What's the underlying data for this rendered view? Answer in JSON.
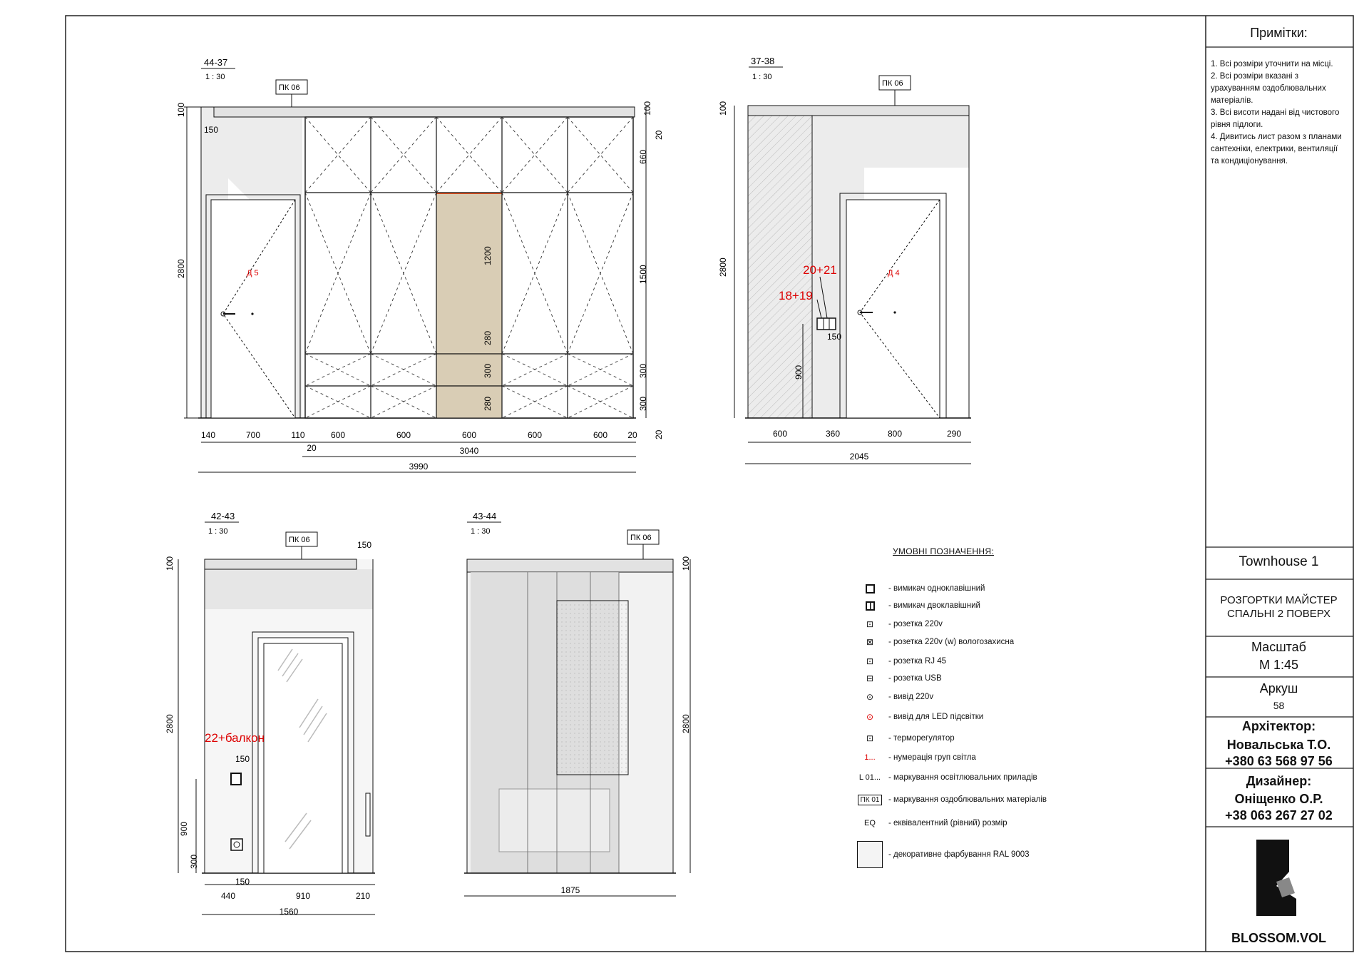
{
  "views": [
    {
      "id": "44-37",
      "scale": "1 : 30",
      "material_tag": "ПК 06",
      "door_tag": "Д 5",
      "dims_bottom": [
        "140",
        "700",
        "110",
        "600",
        "600",
        "600",
        "600",
        "600",
        "20"
      ],
      "dims_sub": [
        "20",
        "3040"
      ],
      "dim_total": "3990",
      "dims_right": [
        "100",
        "20",
        "660",
        "1500",
        "300",
        "300",
        "20"
      ],
      "dims_left": [
        "100",
        "150",
        "2800"
      ],
      "dims_inner": [
        "1200",
        "280",
        "300",
        "280"
      ]
    },
    {
      "id": "37-38",
      "scale": "1 : 30",
      "material_tag": "ПК 06",
      "door_tag": "Д 4",
      "callouts": [
        "20+21",
        "18+19"
      ],
      "dims_bottom": [
        "600",
        "360",
        "800",
        "290"
      ],
      "dim_total": "2045",
      "dims_left": [
        "100",
        "2800",
        "900"
      ],
      "dim_switch": "150"
    },
    {
      "id": "42-43",
      "scale": "1 : 30",
      "material_tag": "ПК 06",
      "callout": "22+балкон",
      "dims_bottom": [
        "440",
        "910",
        "210"
      ],
      "dim_total": "1560",
      "dims_left": [
        "100",
        "2800",
        "900",
        "300"
      ],
      "dims_small": [
        "150",
        "150",
        "150"
      ]
    },
    {
      "id": "43-44",
      "scale": "1 : 30",
      "material_tag": "ПК 06",
      "dim_total": "1875",
      "dims_right": [
        "100",
        "2800"
      ]
    }
  ],
  "legend": {
    "title": "УМОВНІ ПОЗНАЧЕННЯ:",
    "items": [
      {
        "symbol": "switch-1-icon",
        "text": "- вимикач одноклавішний"
      },
      {
        "symbol": "switch-2-icon",
        "text": "- вимикач двоклавішний"
      },
      {
        "symbol": "socket-icon",
        "text": "- розетка 220v"
      },
      {
        "symbol": "socket-waterproof-icon",
        "text": "- розетка 220v (w) вологозахисна"
      },
      {
        "symbol": "rj45-icon",
        "text": "- розетка RJ 45"
      },
      {
        "symbol": "usb-icon",
        "text": "- розетка USB"
      },
      {
        "symbol": "outlet-220-icon",
        "text": "- вивід 220v"
      },
      {
        "symbol": "led-outlet-icon",
        "text": "- вивід для LED підсвітки"
      },
      {
        "symbol": "thermostat-icon",
        "text": "- терморегулятор"
      },
      {
        "symbol": "1...",
        "text": "- нумерація груп світла"
      },
      {
        "symbol": "L 01...",
        "text": "- маркування освітлювальних приладів"
      },
      {
        "symbol": "ПК 01",
        "text": "- маркування оздоблювальних матеріалів"
      },
      {
        "symbol": "EQ",
        "text": "- еквівалентний (рівний) розмір"
      },
      {
        "symbol": "paint-swatch-icon",
        "text": "- декоративне фарбування RAL 9003"
      }
    ]
  },
  "title_block": {
    "notes_title": "Примітки:",
    "notes": [
      "1. Всі розміри уточнити на місці.",
      "2. Всі розміри вказані з урахуванням оздоблювальних матеріалів.",
      "3. Всі висоти надані від чистового рівня підлоги.",
      "4. Дивитись лист разом з планами сантехніки, електрики, вентиляції та кондиціонування."
    ],
    "project": "Townhouse 1",
    "sheet_title_1": "РОЗГОРТКИ МАЙСТЕР",
    "sheet_title_2": "СПАЛЬНІ 2 ПОВЕРХ",
    "scale_label": "Масштаб",
    "scale_value": "М 1:45",
    "sheet_label": "Аркуш",
    "sheet_number": "58",
    "architect_label": "Архітектор:",
    "architect_name": "Новальська Т.О.",
    "architect_phone": "+380 63 568 97 56",
    "designer_label": "Дизайнер:",
    "designer_name": "Оніщенко О.Р.",
    "designer_phone": "+38 063 267 27 02",
    "brand": "BLOSSOM.VOL"
  }
}
